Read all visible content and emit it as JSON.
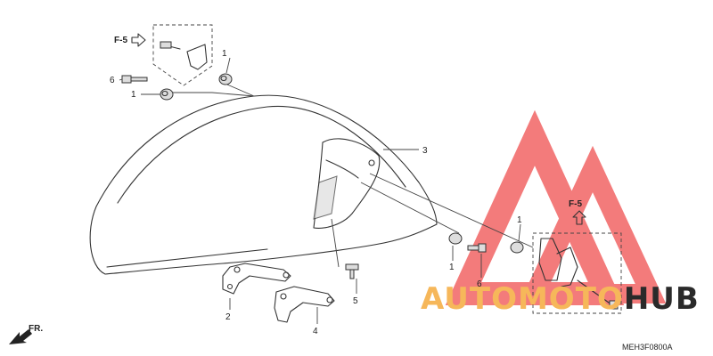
{
  "diagram": {
    "code": "MEH3F0800A",
    "front_marker": "FR.",
    "ref": "F-5",
    "labels": {
      "c1a": "1",
      "c6a": "6",
      "c1b": "1",
      "c3": "3",
      "c2": "2",
      "c4": "4",
      "c5": "5",
      "c1c": "1",
      "c1d": "1",
      "c6b": "6"
    }
  },
  "watermark": {
    "text_auto": "AUTOMOTO",
    "text_hub": "HUB",
    "color_auto": "#f6b75a",
    "color_hub": "#2a2a2a",
    "logo_color": "#ef5050"
  }
}
